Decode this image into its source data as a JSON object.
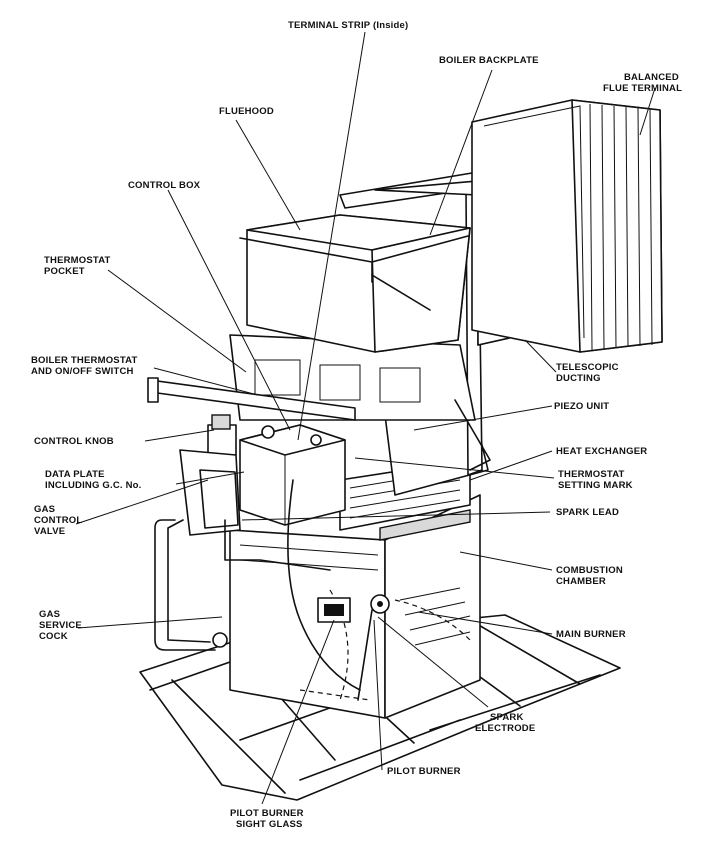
{
  "diagram": {
    "labels": {
      "terminal_strip": "TERMINAL STRIP (Inside)",
      "boiler_backplate": "BOILER BACKPLATE",
      "balanced_flue_terminal_l1": "BALANCED",
      "balanced_flue_terminal_l2": "FLUE TERMINAL",
      "fluehood": "FLUEHOOD",
      "control_box": "CONTROL BOX",
      "thermostat_pocket_l1": "THERMOSTAT",
      "thermostat_pocket_l2": "POCKET",
      "boiler_thermostat_l1": "BOILER THERMOSTAT",
      "boiler_thermostat_l2": "AND ON/OFF SWITCH",
      "telescopic_ducting_l1": "TELESCOPIC",
      "telescopic_ducting_l2": "DUCTING",
      "piezo_unit": "PIEZO UNIT",
      "control_knob": "CONTROL KNOB",
      "heat_exchanger": "HEAT EXCHANGER",
      "data_plate_l1": "DATA PLATE",
      "data_plate_l2": "INCLUDING G.C. No.",
      "thermostat_setting_l1": "THERMOSTAT",
      "thermostat_setting_l2": "SETTING MARK",
      "gas_control_valve_l1": "GAS",
      "gas_control_valve_l2": "CONTROL",
      "gas_control_valve_l3": "VALVE",
      "spark_lead": "SPARK LEAD",
      "combustion_chamber_l1": "COMBUSTION",
      "combustion_chamber_l2": "CHAMBER",
      "gas_service_cock_l1": "GAS",
      "gas_service_cock_l2": "SERVICE",
      "gas_service_cock_l3": "COCK",
      "main_burner": "MAIN BURNER",
      "spark_electrode_l1": "SPARK",
      "spark_electrode_l2": "ELECTRODE",
      "pilot_burner": "PILOT BURNER",
      "pilot_sight_glass_l1": "PILOT BURNER",
      "pilot_sight_glass_l2": "SIGHT GLASS"
    }
  }
}
